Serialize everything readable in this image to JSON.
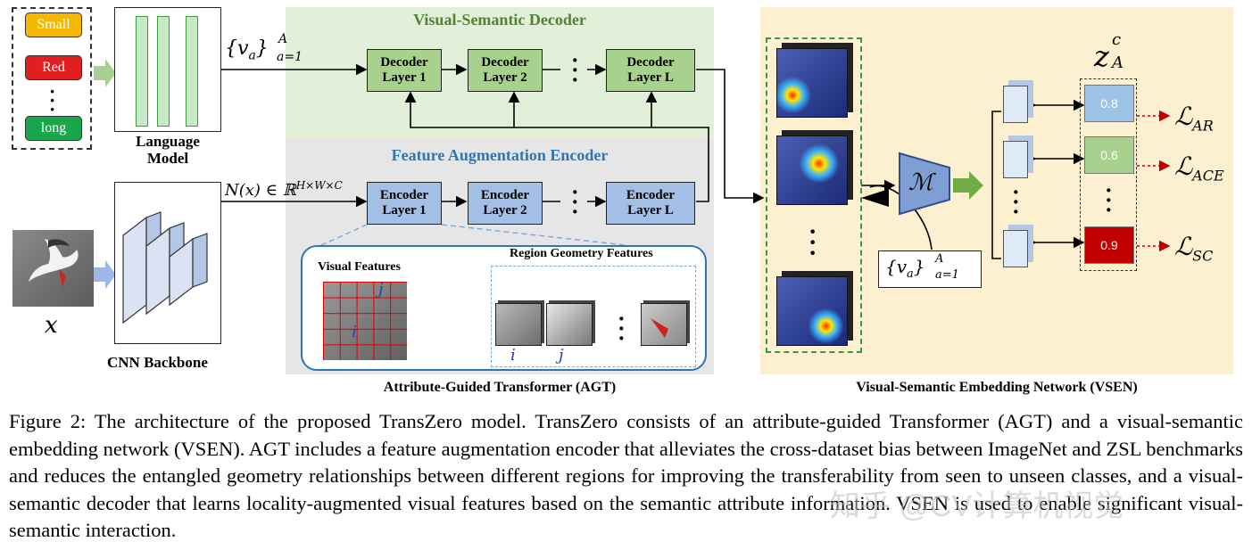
{
  "figure": {
    "language_model": {
      "tokens": [
        {
          "label": "Small",
          "color": "#f5b800"
        },
        {
          "label": "Red",
          "color": "#e02020"
        },
        {
          "label": "long",
          "color": "#1aa64a"
        }
      ],
      "title": "Language\nModel"
    },
    "cnn": {
      "title": "CNN Backbone",
      "input_symbol": "x"
    },
    "math": {
      "attr_set": "{v",
      "attr_sub": "a",
      "attr_close": "}",
      "attr_upper": "A",
      "attr_lower": "a=1",
      "feature_map": "N(x) ∈ ℝ",
      "feature_sup": "H×W×C"
    },
    "agt": {
      "decoder_title": "Visual-Semantic Decoder",
      "decoder_layers": [
        "Decoder\nLayer 1",
        "Decoder\nLayer 2",
        "Decoder\nLayer L"
      ],
      "encoder_title": "Feature Augmentation Encoder",
      "encoder_layers": [
        "Encoder\nLayer 1",
        "Encoder\nLayer 2",
        "Encoder\nLayer L"
      ],
      "visual_features_title": "Visual Features",
      "region_geometry_title": "Region Geometry Features",
      "index_i": "i",
      "index_j": "j",
      "caption": "Attribute-Guided Transformer (AGT)",
      "colors": {
        "decoder_bg": "#e2efd9",
        "encoder_bg": "#e6e6e6",
        "encoder_title": "#2e75b6",
        "decoder_title": "#548235"
      }
    },
    "vsen": {
      "mapping_symbol": "ℳ",
      "latent_symbol": "z",
      "latent_sup": "c",
      "latent_sub": "A",
      "scores": [
        {
          "value": "0.8",
          "color": "#9dc3e6"
        },
        {
          "value": "0.6",
          "color": "#a9d18e"
        },
        {
          "value": "0.9",
          "color": "#c00000"
        }
      ],
      "losses": [
        {
          "main": "ℒ",
          "sub": "AR"
        },
        {
          "main": "ℒ",
          "sub": "ACE"
        },
        {
          "main": "ℒ",
          "sub": "SC"
        }
      ],
      "caption": "Visual-Semantic Embedding Network (VSEN)",
      "colors": {
        "bg": "#fdf0d0"
      }
    }
  },
  "caption": "Figure 2: The architecture of the proposed TransZero model. TransZero consists of an attribute-guided Transformer (AGT) and a visual-semantic embedding network (VSEN). AGT includes a feature augmentation encoder that alleviates the cross-dataset bias between ImageNet and ZSL benchmarks and reduces the entangled geometry relationships between different regions for improving the transferability from seen to unseen classes, and a visual-semantic decoder that learns locality-augmented visual features based on the semantic attribute information. VSEN is used to enable significant visual-semantic interaction.",
  "watermark": "知乎 @CV计算机视觉"
}
